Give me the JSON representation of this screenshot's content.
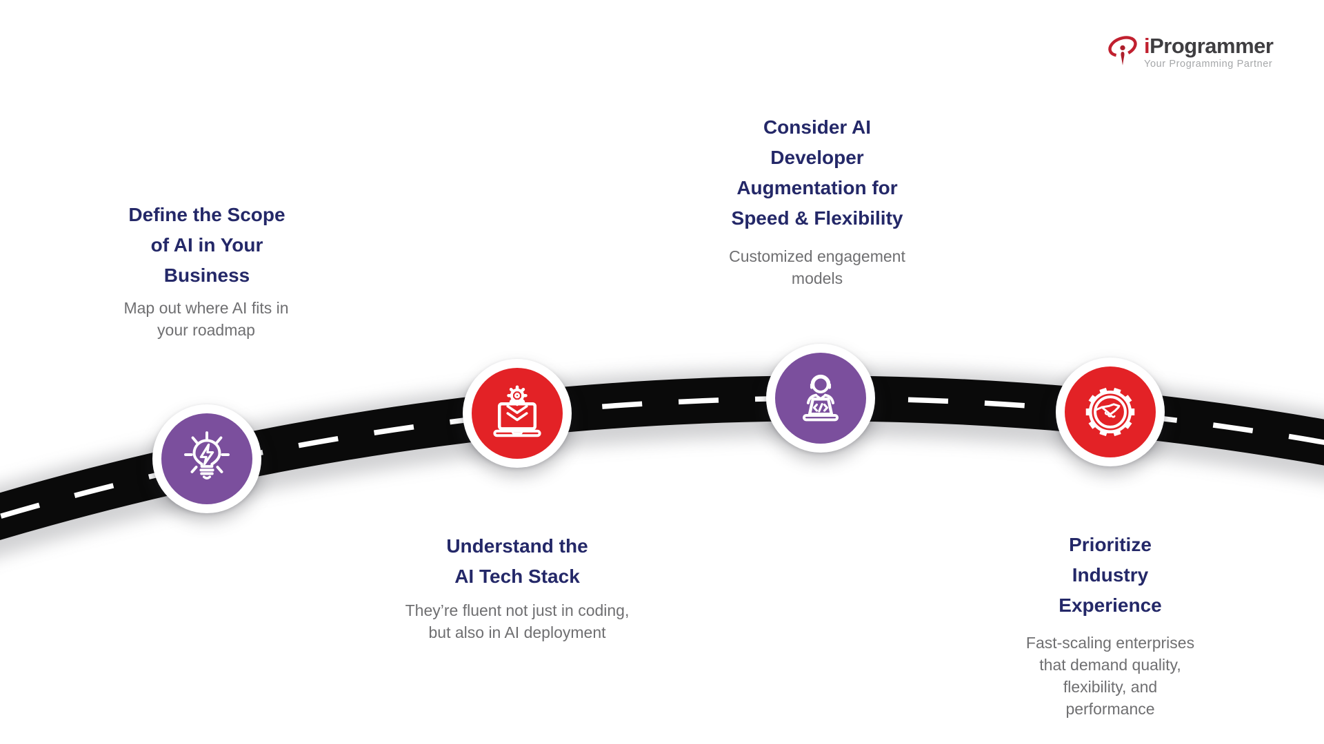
{
  "logo": {
    "brand_i": "i",
    "brand_rest": "Programmer",
    "tagline": "Your Programming Partner",
    "colors": {
      "accent_red": "#C1202F",
      "text_dark": "#3F3E41",
      "tagline_gray": "#A5A7A9"
    }
  },
  "colors": {
    "title_navy": "#242868",
    "subtitle_gray": "#6F6F71",
    "road_black": "#0A0A0A",
    "road_dash_white": "#FFFFFF",
    "circle_purple": "#7B4F9D",
    "circle_red": "#E32226",
    "ring_white": "#FFFFFF"
  },
  "milestones": [
    {
      "icon": "lightbulb-bolt-icon",
      "circle_color": "#7B4F9D",
      "title_lines": [
        "Define the Scope",
        "of AI in Your",
        "Business"
      ],
      "subtitle_lines": [
        "Map out where AI fits in",
        "your roadmap"
      ]
    },
    {
      "icon": "laptop-gear-deployment-icon",
      "circle_color": "#E32226",
      "title_lines": [
        "Understand the",
        "AI Tech Stack"
      ],
      "subtitle_lines": [
        "They’re fluent not just in coding,",
        "but also in AI deployment"
      ]
    },
    {
      "icon": "developer-at-laptop-icon",
      "circle_color": "#7B4F9D",
      "title_lines": [
        "Consider AI",
        "Developer",
        "Augmentation for",
        "Speed & Flexibility"
      ],
      "subtitle_lines": [
        "Customized engagement",
        "models"
      ]
    },
    {
      "icon": "gear-handshake-icon",
      "circle_color": "#E32226",
      "title_lines": [
        "Prioritize",
        "Industry",
        "Experience"
      ],
      "subtitle_lines": [
        "Fast-scaling enterprises",
        "that demand quality,",
        "flexibility, and",
        "performance"
      ]
    }
  ]
}
